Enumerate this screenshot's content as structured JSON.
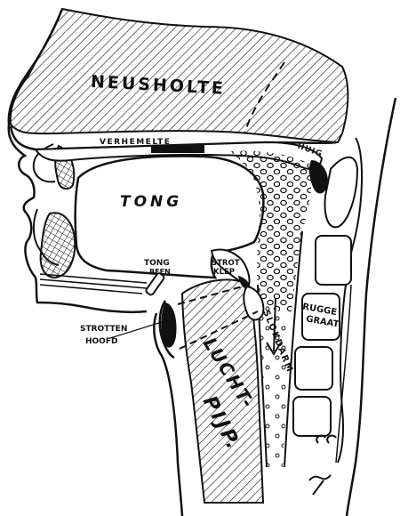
{
  "labels": {
    "neusholte": "NEUSHOLTE",
    "verhemelte": "VERHEMELTE",
    "huig": "HUIG",
    "tong": "TONG",
    "tongbeen_1": "TONG",
    "tongbeen_2": "BEEN",
    "strotklep_1": "STROT",
    "strotklep_2": "KLEP",
    "strottenhoofd_1": "STROTTEN",
    "strottenhoofd_2": "HOOFD",
    "ruggegraat_1": "RUGGE",
    "ruggegraat_2": "GRAAT",
    "slokdarm": "SLOKDARM",
    "luchtpijp_1": "LUCHT-",
    "luchtpijp_2": "PIJP."
  },
  "colors": {
    "ink": "#111111",
    "paper": "#ffffff"
  }
}
